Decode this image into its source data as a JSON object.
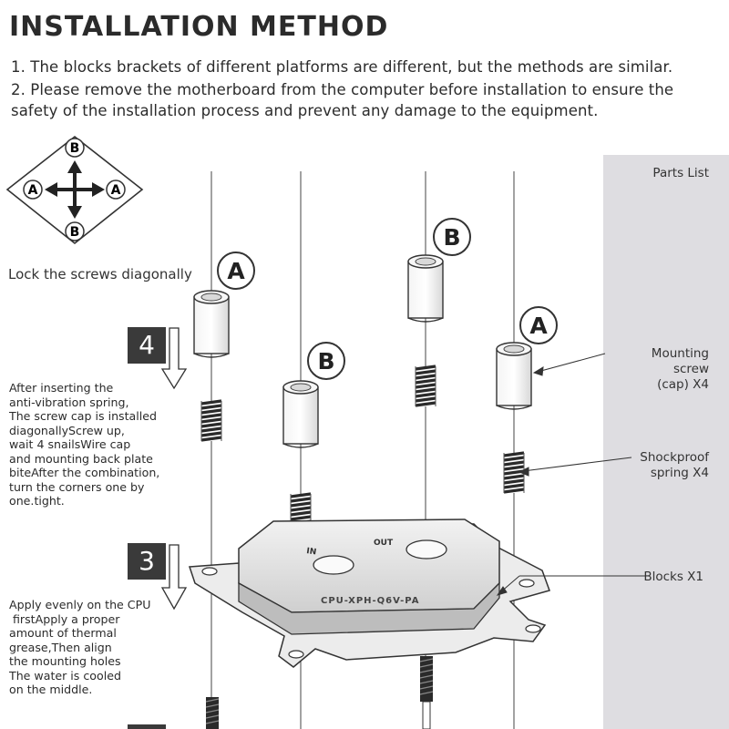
{
  "header": {
    "title": "INSTALLATION METHOD",
    "notes": [
      "1. The blocks brackets of different platforms are different, but the methods are similar.",
      "2. Please remove the motherboard from the computer before installation to ensure the",
      "safety of the installation process and prevent any damage to the equipment."
    ]
  },
  "compass": {
    "top": "B",
    "bottom": "B",
    "left": "A",
    "right": "A",
    "caption": "Lock the screws diagonally"
  },
  "screw_labels": {
    "s1": "A",
    "s2": "B",
    "s3": "B",
    "s4": "A"
  },
  "steps": {
    "step4": {
      "number": "4",
      "lines": [
        "After inserting the",
        "anti-vibration spring,",
        "The screw cap is installed",
        "diagonallyScrew up,",
        "wait 4 snailsWire cap",
        "and mounting back plate",
        "biteAfter the combination,",
        "turn the corners one by",
        "one.tight."
      ]
    },
    "step3": {
      "number": "3",
      "lines": [
        "Apply evenly on the CPU",
        " firstApply a proper",
        "amount of thermal",
        "grease,Then align",
        "the mounting holes",
        "The water is cooled",
        "on the middle."
      ]
    }
  },
  "parts_list": {
    "title": "Parts List",
    "screw": [
      "Mounting",
      "screw",
      "(cap) X4"
    ],
    "spring": [
      "Shockproof",
      "spring X4"
    ],
    "blocks": "Blocks X1"
  },
  "block_labels": {
    "port_in": "IN",
    "port_out": "OUT",
    "model": "CPU-XPH-Q6V-PA"
  },
  "colors": {
    "text": "#2b2b2b",
    "panel": "#dedde1",
    "step_box": "#3a3a3a"
  }
}
